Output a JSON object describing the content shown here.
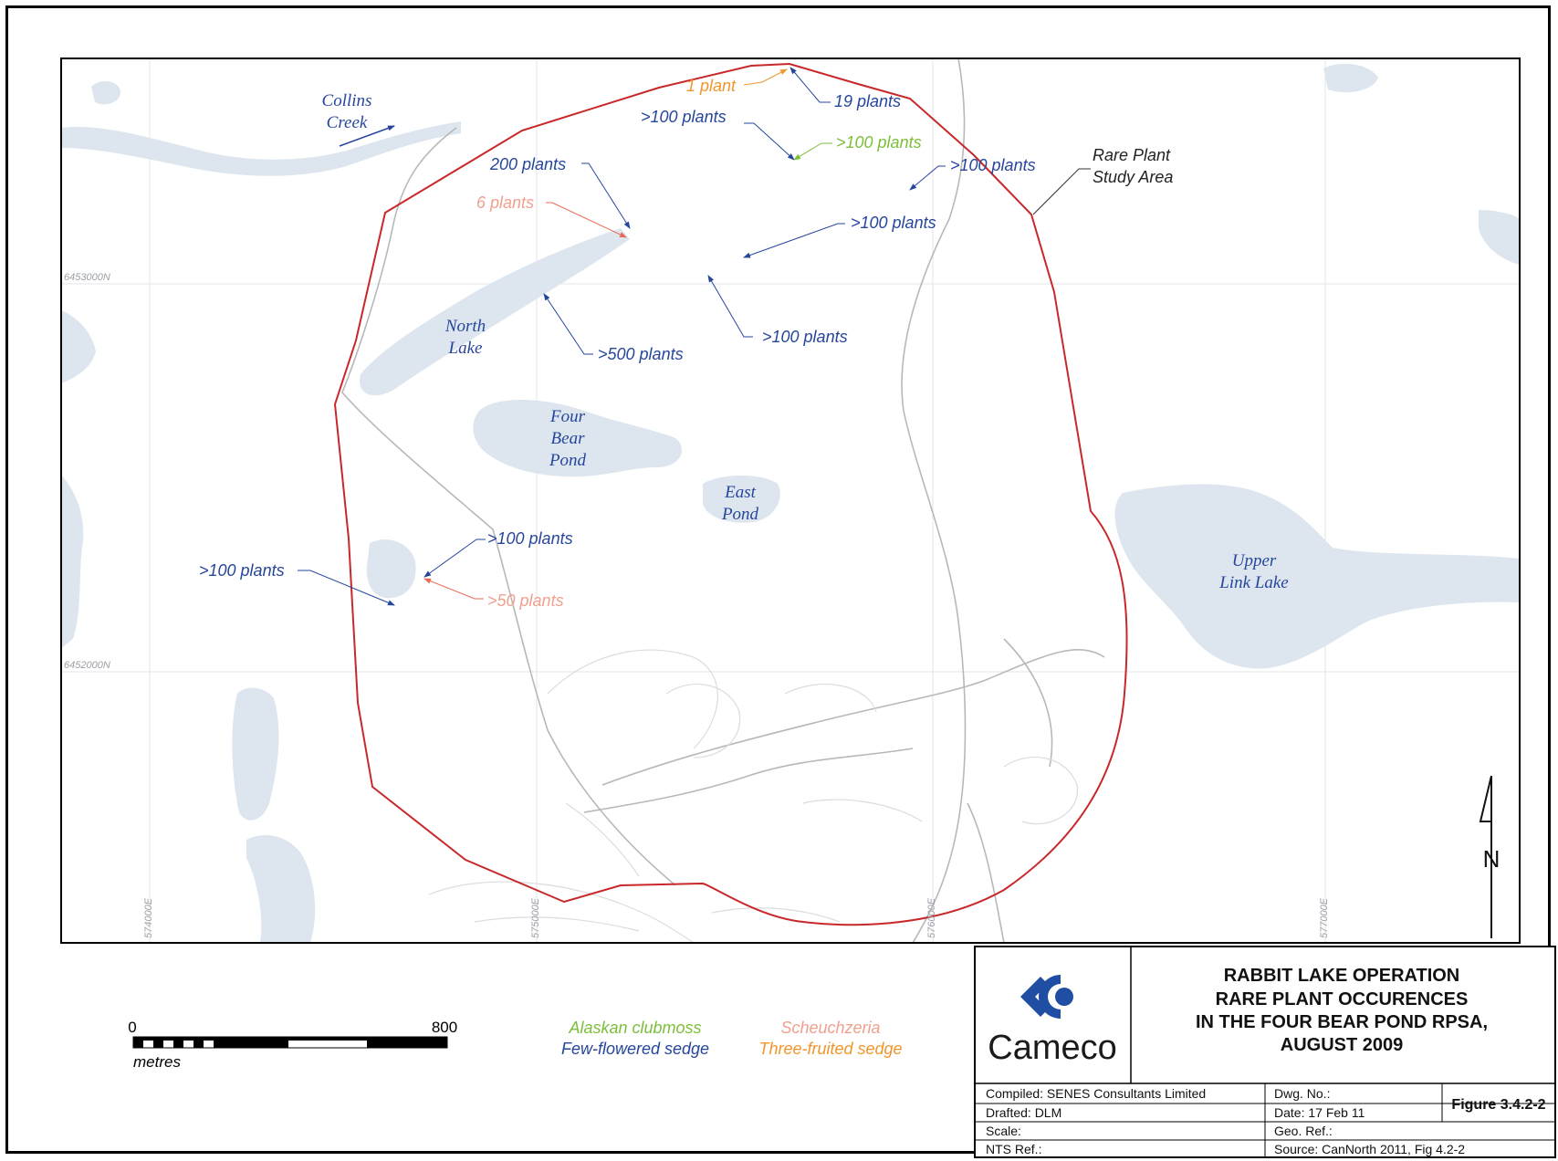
{
  "map": {
    "grid_labels": {
      "n1": "6453000N",
      "n2": "6452000N",
      "e1": "574000E",
      "e2": "575000E",
      "e3": "576000E",
      "e4": "577000E"
    },
    "water_labels": {
      "collins_1": "Collins",
      "collins_2": "Creek",
      "north_1": "North",
      "north_2": "Lake",
      "four_1": "Four",
      "four_2": "Bear",
      "four_3": "Pond",
      "east_1": "East",
      "east_2": "Pond",
      "upper_1": "Upper",
      "upper_2": "Link Lake"
    },
    "study_area_1": "Rare Plant",
    "study_area_2": "Study Area",
    "occurrences": [
      {
        "label": "1 plant",
        "species": "Three-fruited sedge"
      },
      {
        "label": "19 plants",
        "species": "Few-flowered sedge"
      },
      {
        "label": ">100 plants",
        "species": "Few-flowered sedge"
      },
      {
        "label": ">100 plants",
        "species": "Alaskan clubmoss"
      },
      {
        "label": "200 plants",
        "species": "Few-flowered sedge"
      },
      {
        "label": "6 plants",
        "species": "Scheuchzeria"
      },
      {
        "label": ">100 plants",
        "species": "Few-flowered sedge"
      },
      {
        "label": ">100 plants",
        "species": "Few-flowered sedge"
      },
      {
        "label": ">100 plants",
        "species": "Few-flowered sedge"
      },
      {
        "label": ">500 plants",
        "species": "Few-flowered sedge"
      },
      {
        "label": ">100 plants",
        "species": "Few-flowered sedge"
      },
      {
        "label": ">100 plants",
        "species": "Few-flowered sedge"
      },
      {
        "label": ">50 plants",
        "species": "Scheuchzeria"
      }
    ],
    "north_letter": "N"
  },
  "scale_bar": {
    "min": "0",
    "max": "800",
    "unit": "metres"
  },
  "legend": [
    {
      "label": "Alaskan clubmoss",
      "color": "#7cbf3a"
    },
    {
      "label": "Few-flowered sedge",
      "color": "#26469c"
    },
    {
      "label": "Scheuchzeria",
      "color": "#f0a08f"
    },
    {
      "label": "Three-fruited sedge",
      "color": "#f0962a"
    }
  ],
  "title_block": {
    "company": "Cameco",
    "title_1": "RABBIT LAKE OPERATION",
    "title_2": "RARE PLANT OCCURENCES",
    "title_3": "IN THE FOUR BEAR POND RPSA,",
    "title_4": "AUGUST 2009",
    "compiled": "Compiled: SENES Consultants Limited",
    "drafted": "Drafted: DLM",
    "scale": "Scale:",
    "nts": "NTS Ref.:",
    "dwg": "Dwg. No.:",
    "date": "Date: 17 Feb 11",
    "geo": "Geo. Ref.:",
    "source": "Source: CanNorth 2011, Fig 4.2-2",
    "figure": "Figure 3.4.2-2"
  },
  "colors": {
    "study_area": "#c8282a",
    "water": "#dde6ee",
    "few_flowered_sedge": "#26469c",
    "alaskan_clubmoss": "#7cbf3a",
    "scheuchzeria": "#f0a08f",
    "three_fruited_sedge": "#f0962a"
  }
}
